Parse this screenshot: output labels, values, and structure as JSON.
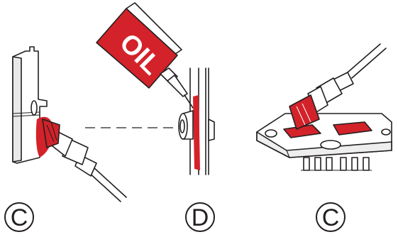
{
  "colors": {
    "accent_red": "#d3222a",
    "outline": "#231f20",
    "background": "#ffffff"
  },
  "oil_can": {
    "label": "OIL"
  },
  "step_labels": [
    {
      "id": "left",
      "letter": "C"
    },
    {
      "id": "middle",
      "letter": "D"
    },
    {
      "id": "right",
      "letter": "C"
    }
  ]
}
